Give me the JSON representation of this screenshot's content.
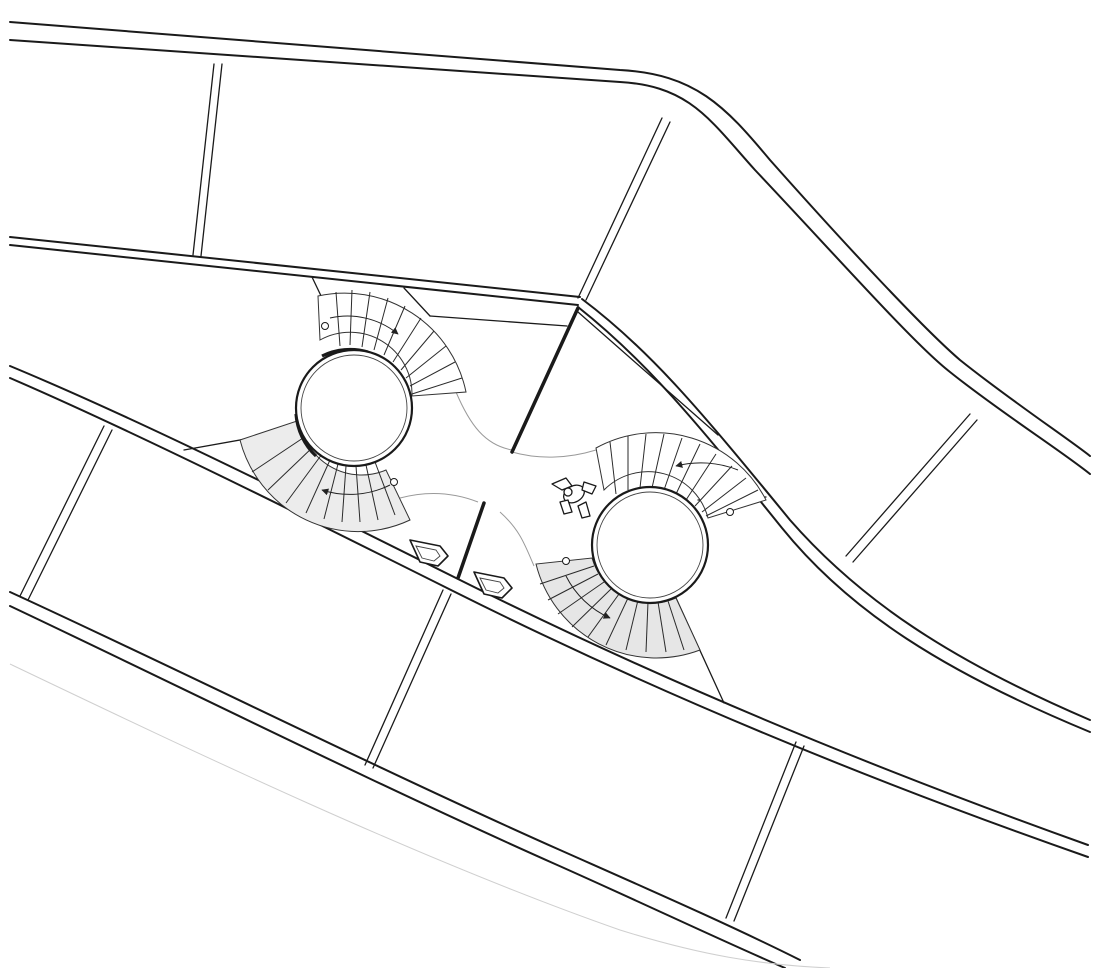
{
  "drawing": {
    "kind": "architectural floor plan",
    "background_color": "#ffffff",
    "line_color": "#1a1a1a",
    "stair_fill_color": "#ececec",
    "stair_fill_dark_color": "#e2e2e2",
    "elements": [
      "double-line-walls",
      "curved-outer-wall",
      "two-spiral-staircases",
      "partition-walls",
      "two-seats",
      "person-figure",
      "direction-arrows"
    ]
  }
}
